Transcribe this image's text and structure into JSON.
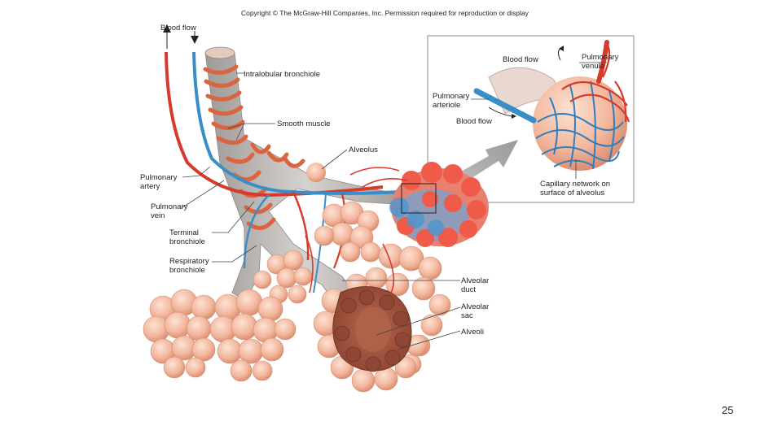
{
  "copyright": "Copyright © The McGraw-Hill Companies, Inc. Permission required for reproduction or display",
  "labels": {
    "blood_flow_top": "Blood flow",
    "intralobular_bronchiole": "Intralobular bronchiole",
    "smooth_muscle": "Smooth muscle",
    "alveolus": "Alveolus",
    "pulmonary_artery_1": "Pulmonary",
    "pulmonary_artery_2": "artery",
    "pulmonary_vein_1": "Pulmonary",
    "pulmonary_vein_2": "vein",
    "terminal_bronchiole_1": "Terminal",
    "terminal_bronchiole_2": "bronchiole",
    "respiratory_bronchiole_1": "Respiratory",
    "respiratory_bronchiole_2": "bronchiole",
    "alveolar_duct_1": "Alveolar",
    "alveolar_duct_2": "duct",
    "alveolar_sac_1": "Alveolar",
    "alveolar_sac_2": "sac",
    "alveoli": "Alveoli"
  },
  "inset": {
    "blood_flow_out": "Blood flow",
    "pulmonary_venule_1": "Pulmonary",
    "pulmonary_venule_2": "venule",
    "pulmonary_arteriole_1": "Pulmonary",
    "pulmonary_arteriole_2": "arteriole",
    "blood_flow_in": "Blood flow",
    "capillary_network_1": "Capillary network on",
    "capillary_network_2": "surface of alveolus"
  },
  "page_number": "25",
  "colors": {
    "artery_red": "#d63a2c",
    "vein_blue": "#3a8ec8",
    "alveolus_peach": "#f2b79d",
    "bronchiole_gray": "#b8b4b2",
    "muscle": "#d9643f"
  }
}
